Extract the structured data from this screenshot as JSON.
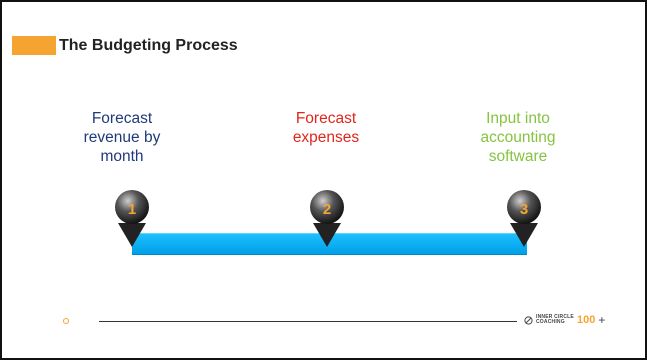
{
  "slide": {
    "title": "The Budgeting Process",
    "accent_color": "#f5a431"
  },
  "steps": [
    {
      "number": "1",
      "label": "Forecast revenue by month",
      "color": "#1f3a7a"
    },
    {
      "number": "2",
      "label": "Forecast expenses",
      "color": "#e0261d"
    },
    {
      "number": "3",
      "label": "Input into accounting software",
      "color": "#86c341"
    }
  ],
  "timeline": {
    "bar_color": "#0aaef2"
  },
  "footer": {
    "logo_line1": "INNER CIRCLE",
    "logo_line2": "COACHING",
    "logo_number": "100",
    "logo_plus": "+"
  },
  "icons": [
    "map-pin-icon",
    "circle-logo-icon"
  ]
}
